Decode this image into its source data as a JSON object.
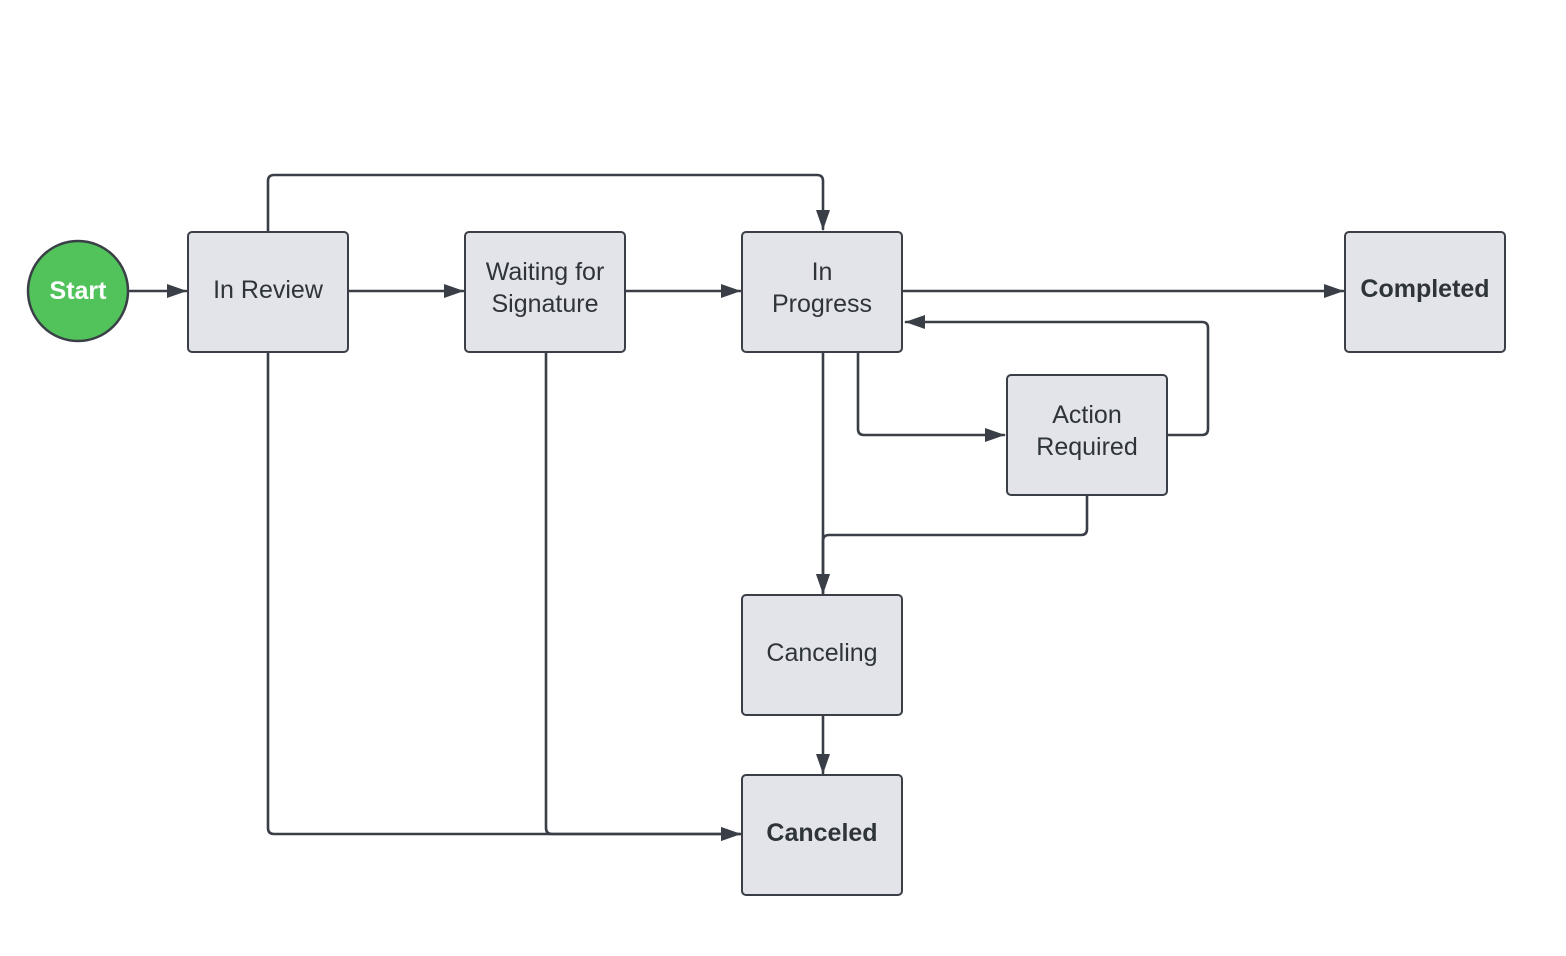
{
  "colors": {
    "node_fill": "#e2e4e9",
    "node_stroke": "#3a3f47",
    "start_fill": "#52c35b",
    "text": "#2f343b",
    "edge": "#3a3f47"
  },
  "nodes": {
    "start": {
      "label": "Start"
    },
    "in_review": {
      "label": "In Review"
    },
    "waiting_for_signature": {
      "line1": "Waiting for",
      "line2": "Signature"
    },
    "in_progress": {
      "line1": "In",
      "line2": "Progress"
    },
    "action_required": {
      "line1": "Action",
      "line2": "Required"
    },
    "completed": {
      "label": "Completed"
    },
    "canceling": {
      "label": "Canceling"
    },
    "canceled": {
      "label": "Canceled"
    }
  },
  "edges": [
    {
      "from": "Start",
      "to": "In Review"
    },
    {
      "from": "In Review",
      "to": "Waiting for Signature"
    },
    {
      "from": "In Review",
      "to": "In Progress"
    },
    {
      "from": "In Review",
      "to": "Canceled"
    },
    {
      "from": "Waiting for Signature",
      "to": "In Progress"
    },
    {
      "from": "Waiting for Signature",
      "to": "Canceled"
    },
    {
      "from": "In Progress",
      "to": "Completed"
    },
    {
      "from": "In Progress",
      "to": "Action Required"
    },
    {
      "from": "In Progress",
      "to": "Canceling"
    },
    {
      "from": "Action Required",
      "to": "In Progress"
    },
    {
      "from": "Action Required",
      "to": "Canceling"
    },
    {
      "from": "Canceling",
      "to": "Canceled"
    }
  ]
}
